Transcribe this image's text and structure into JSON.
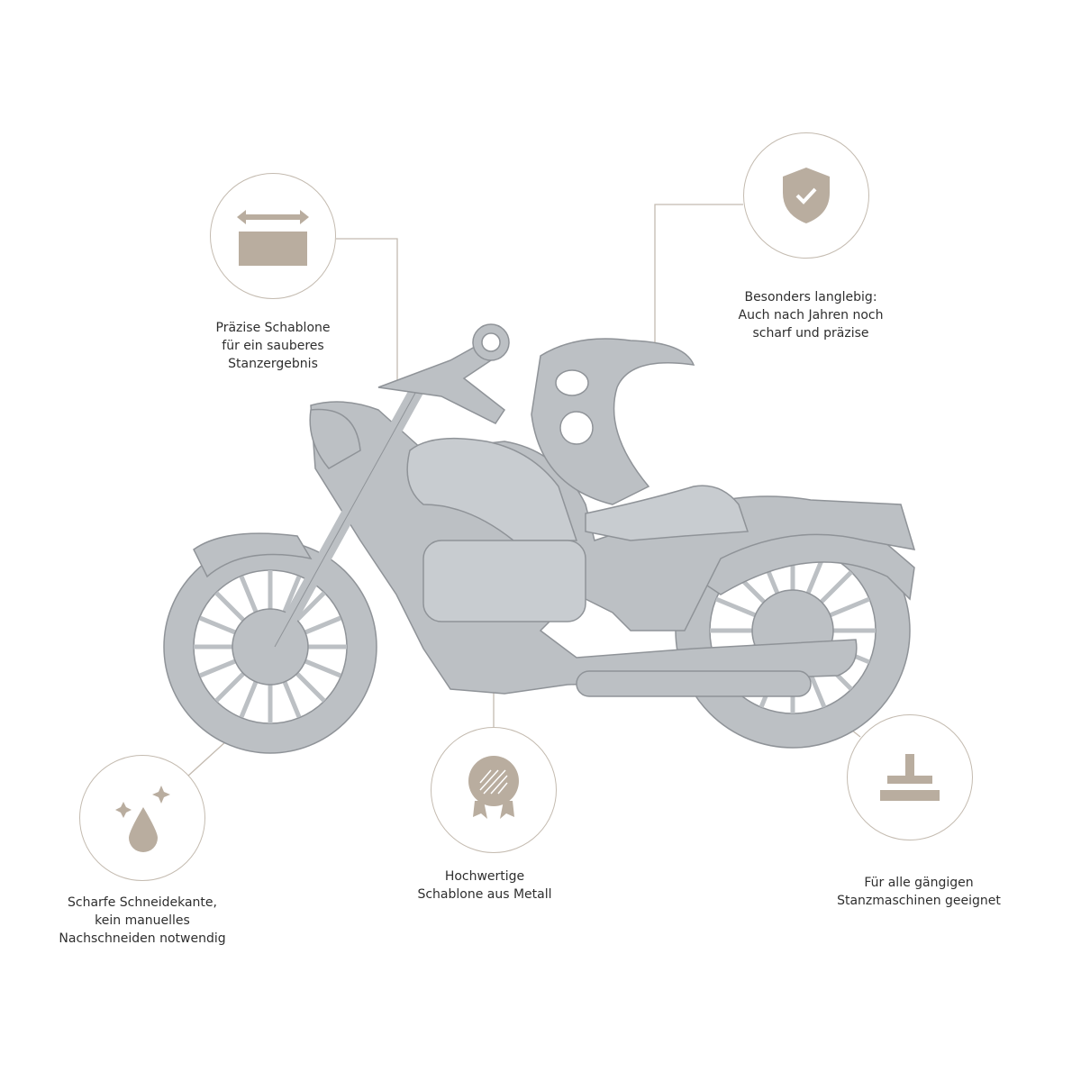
{
  "features": [
    {
      "lines": [
        "Präzise Schablone",
        "für ein sauberes",
        "Stanzergebnis"
      ],
      "icon": "width-arrow-icon"
    },
    {
      "lines": [
        "Besonders langlebig:",
        "Auch nach Jahren noch",
        "scharf und präzise"
      ],
      "icon": "shield-check-icon"
    },
    {
      "lines": [
        "Scharfe Schneidekante,",
        "kein manuelles",
        "Nachschneiden notwendig"
      ],
      "icon": "sparkle-drop-icon"
    },
    {
      "lines": [
        "Hochwertige",
        "Schablone aus Metall"
      ],
      "icon": "award-medal-icon"
    },
    {
      "lines": [
        "Für alle gängigen",
        "Stanzmaschinen geeignet"
      ],
      "icon": "stamp-machine-icon"
    }
  ],
  "colors": {
    "icon": "#b9ad9f",
    "line": "#c4bbb0",
    "metal": "#b9bdc1",
    "text": "#2e2e2e"
  }
}
